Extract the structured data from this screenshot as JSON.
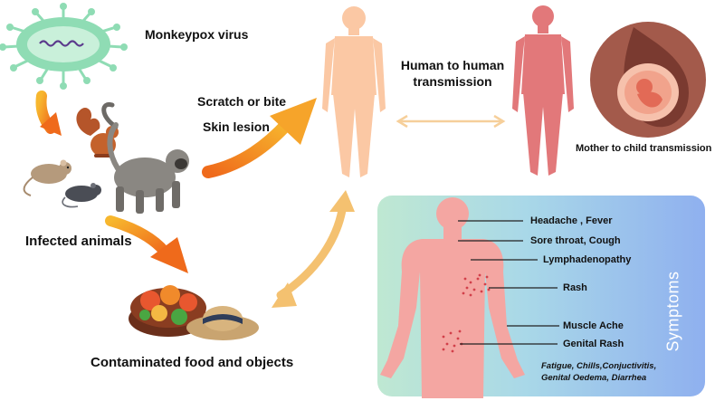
{
  "labels": {
    "virus": "Monkeypox virus",
    "scratch": "Scratch or bite",
    "lesion": "Skin lesion",
    "human_transmission_line1": "Human to human",
    "human_transmission_line2": "transmission",
    "mother_child": "Mother to child transmission",
    "infected_animals": "Infected animals",
    "contaminated": "Contaminated food and objects"
  },
  "symptoms": {
    "title": "Symptoms",
    "items": [
      "Headache , Fever",
      "Sore throat,  Cough",
      "Lymphadenopathy",
      "Rash",
      "Muscle Ache",
      "Genital Rash"
    ],
    "other_line1": "Fatigue, Chills,Conjuctivitis,",
    "other_line2": "Genital Oedema, Diarrhea"
  },
  "colors": {
    "virus_body": "#8fdcb4",
    "virus_inner": "#c9f0da",
    "virus_rna": "#5b3a8c",
    "human_peach": "#fbc8a4",
    "human_red": "#e2787a",
    "arrow_orange": "#f07a1a",
    "arrow_yellow": "#f6b22c",
    "arrow_light": "#f6cf9a",
    "womb_circle": "#a35a4b",
    "womb_inner": "#f1a38c",
    "body_pink": "#f4a6a2",
    "panel_left": "#bfe8d2",
    "panel_right": "#8fb0ef"
  }
}
